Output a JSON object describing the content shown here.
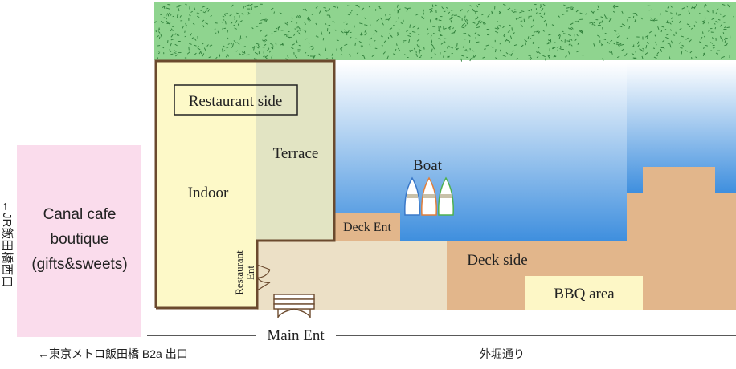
{
  "colors": {
    "trees": "#8fd48f",
    "water_top": "#ffffff",
    "water_bottom": "#3f8fde",
    "indoor": "#fdf9c8",
    "terrace": "#e2e4c3",
    "deck": "#e2b68b",
    "entry_path": "#ece0c6",
    "bbq": "#fdf7c6",
    "boutique": "#fadcec",
    "wall": "#6b4a2e"
  },
  "labels": {
    "restaurant_side": "Restaurant side",
    "terrace": "Terrace",
    "indoor": "Indoor",
    "boat": "Boat",
    "deck_ent": "Deck Ent",
    "deck_side": "Deck side",
    "bbq_area": "BBQ area",
    "restaurant_ent_line1": "Restaurant",
    "restaurant_ent_line2": "Ent",
    "main_ent": "Main Ent",
    "boutique_line1": "Canal cafe",
    "boutique_line2": "boutique",
    "boutique_line3": "(gifts&sweets)",
    "jr_exit": "←JR飯田橋西口",
    "metro_exit": "←東京メトロ飯田橋 B2a 出口",
    "street": "外堀通り"
  }
}
